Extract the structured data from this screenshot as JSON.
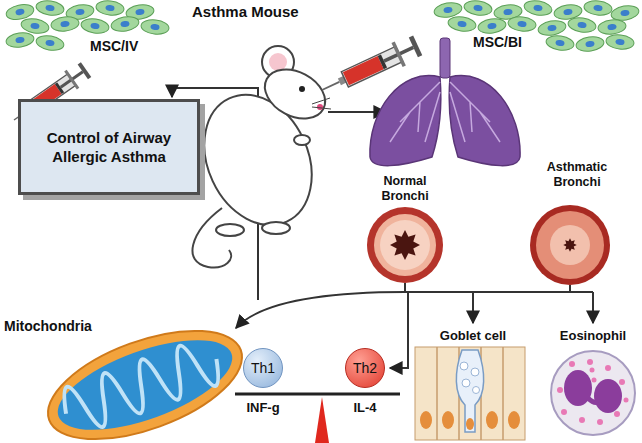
{
  "diagram": {
    "nodes": [
      {
        "text": [
          "Control of Airway Allergic Asthma"
        ]
      },
      {
        "text": [
          "Th1"
        ]
      },
      {
        "text": [
          "Th2"
        ]
      }
    ],
    "labels": [
      "Asthma Mouse",
      "MSC/IV",
      "MSC/BI",
      "Normal Bronchi",
      "Asthmatic Bronchi",
      "Goblet cell",
      "Eosinophil",
      "Mitochondria",
      "INF-g",
      "IL-4"
    ]
  }
}
